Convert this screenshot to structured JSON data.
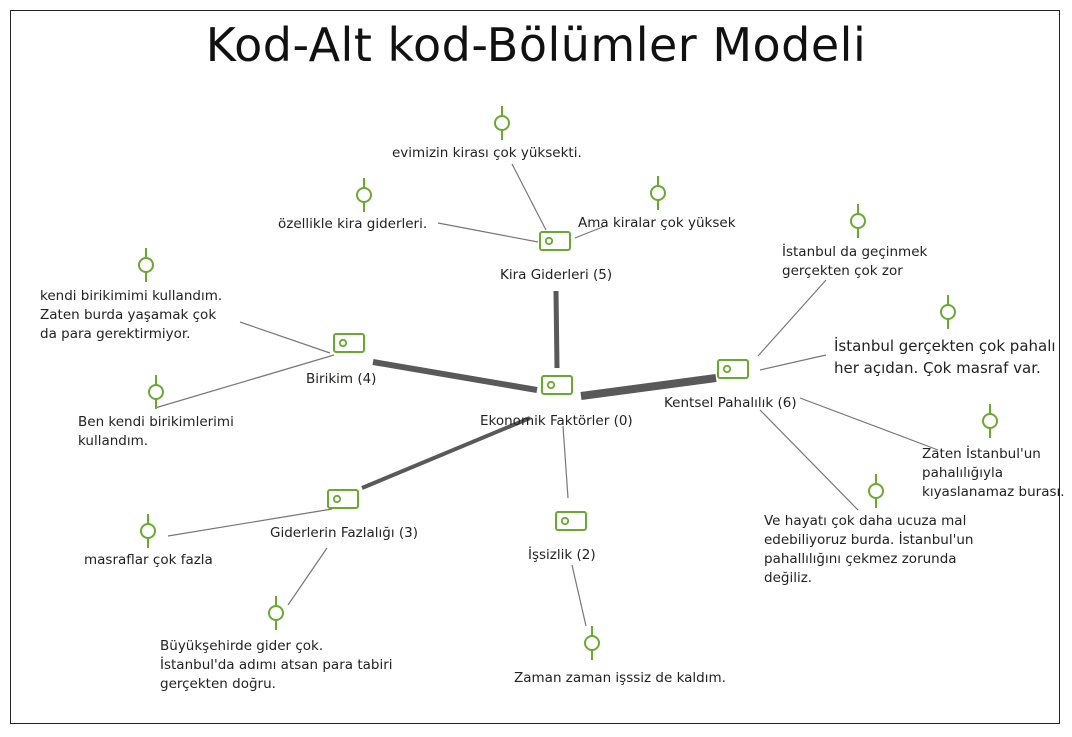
{
  "title": "Kod-Alt kod-Bölümler Modeli",
  "colors": {
    "icon": "#6aa832",
    "line": "#666666",
    "thick_line": "#595959"
  },
  "codes": {
    "center": {
      "label": "Ekonomik Faktörler (0)",
      "icon": "code-tag-icon"
    },
    "kira": {
      "label": "Kira Giderleri (5)",
      "icon": "code-tag-icon"
    },
    "birikim": {
      "label": "Birikim (4)",
      "icon": "code-tag-icon"
    },
    "kentsel": {
      "label": "Kentsel Pahalılık (6)",
      "icon": "code-tag-icon"
    },
    "giderler": {
      "label": "Giderlerin Fazlalığı (3)",
      "icon": "code-tag-icon"
    },
    "issizlik": {
      "label": "İşsizlik (2)",
      "icon": "code-tag-icon"
    }
  },
  "quotes": {
    "kira1": "evimizin kirası çok yüksekti.",
    "kira2": "özellikle kira giderleri.",
    "kira3": "Ama kiralar çok yüksek",
    "birikim1": "kendi birikimimi kullandım.\nZaten burda yaşamak çok\nda para gerektirmiyor.",
    "birikim2": "Ben kendi birikimlerimi\nkullandım.",
    "kentsel1": "İstanbul da geçinmek\ngerçekten çok zor",
    "kentsel2": "İstanbul gerçekten çok pahalı\nher açıdan. Çok masraf var.",
    "kentsel3": "Zaten  İstanbul'un\npahalılığıyla\nkıyaslanamaz burası.",
    "kentsel4": "Ve hayatı çok daha ucuza mal\nedebiliyoruz burda. İstanbul'un\npahallılığını çekmez zorunda\ndeğiliz.",
    "giderler1": "masraflar çok fazla",
    "giderler2": "Büyükşehirde gider çok.\nİstanbul'da adımı atsan para tabiri\ngerçekten doğru.",
    "issizlik1": "Zaman zaman işssiz de kaldım."
  }
}
